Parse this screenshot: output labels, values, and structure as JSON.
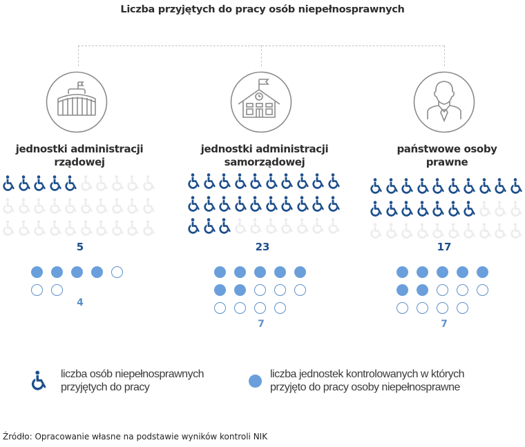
{
  "title": "Liczba przyjętych do pracy osób niepełnosprawnych",
  "colors": {
    "person_active": "#1d4f8c",
    "person_inactive": "#ececec",
    "unit_filled": "#6a9fdc",
    "unit_outline": "#5d8fc9",
    "count_text": "#1d4f8c",
    "units_text": "#5d8fc9",
    "connector": "#c2c2c2"
  },
  "groups": [
    {
      "icon": "government-building-icon",
      "title_line1": "jednostki administracji",
      "title_line2": "rządowej",
      "people_hired": 5,
      "people_total_slots": 30,
      "people_label": "5",
      "units_total_slots": 7,
      "units_with_hires": 4,
      "units_label": "4"
    },
    {
      "icon": "school-building-icon",
      "title_line1": "jednostki administracji",
      "title_line2": "samorządowej",
      "people_hired": 23,
      "people_total_slots": 30,
      "people_label": "23",
      "units_total_slots": 14,
      "units_with_hires": 7,
      "units_label": "7"
    },
    {
      "icon": "businessman-icon",
      "title_line1": "państwowe osoby",
      "title_line2": "prawne",
      "people_hired": 17,
      "people_total_slots": 30,
      "people_label": "17",
      "units_total_slots": 14,
      "units_with_hires": 7,
      "units_label": "7"
    }
  ],
  "legend": {
    "people": {
      "icon": "wheelchair-icon",
      "line1": "liczba osób niepełnosprawnych",
      "line2": "przyjętych do pracy"
    },
    "units": {
      "icon": "filled-circle-icon",
      "line1": "liczba jednostek kontrolowanych w których",
      "line2": "przyjęto do pracy osoby niepełnosprawne"
    }
  },
  "source": "Źródło: Opracowanie własne na podstawie wyników kontroli NIK"
}
